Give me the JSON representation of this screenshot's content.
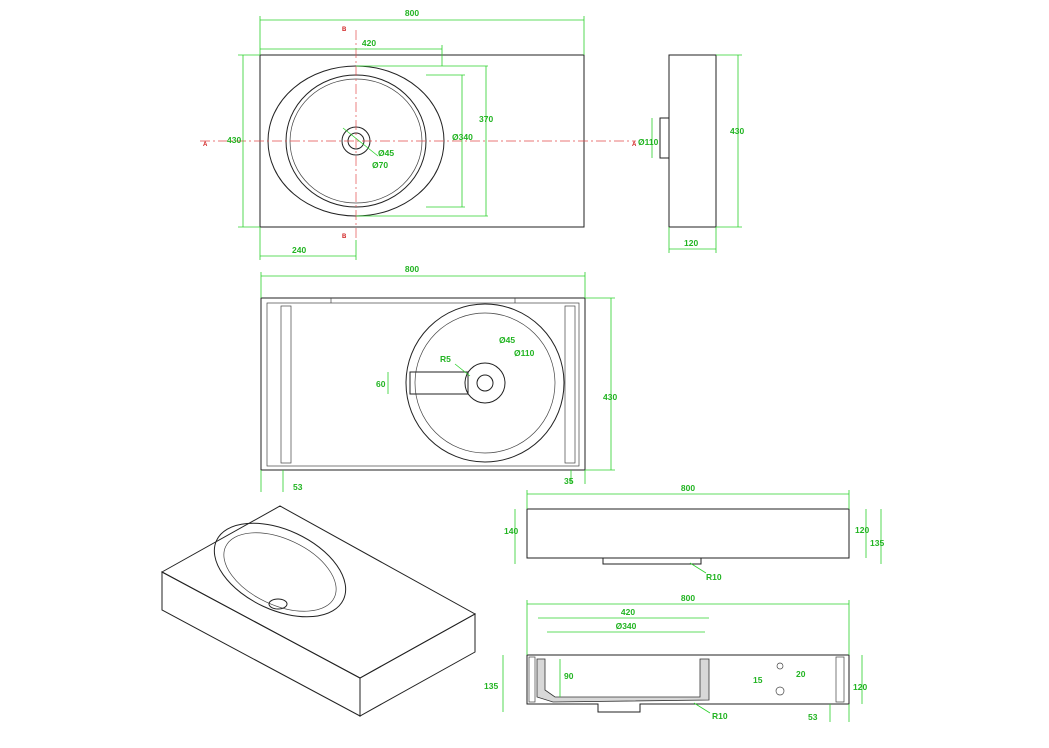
{
  "colors": {
    "outline": "#222222",
    "dimension": "#2bd12b",
    "dimension_text": "#22b422",
    "centerline": "#e34b4b",
    "section_mark": "#d02020"
  },
  "top_view": {
    "width": "800",
    "bowl_offset": "420",
    "height": "430",
    "bowl_height": "370",
    "bowl_diameter": "Ø340",
    "drain_inner": "Ø45",
    "drain_outer": "Ø70",
    "left_offset": "240",
    "section_letter": "A"
  },
  "side_view": {
    "drain_pipe": "Ø110",
    "height": "430",
    "depth": "120"
  },
  "plan_view": {
    "width": "800",
    "drain_inner": "Ø45",
    "drain_outer": "Ø110",
    "radius": "R5",
    "channel": "60",
    "height": "430",
    "left_margin": "53",
    "right_margin": "35"
  },
  "front_view": {
    "width": "800",
    "height": "140",
    "thickness": "120",
    "total": "135",
    "radius": "R10"
  },
  "section_view": {
    "width": "800",
    "bowl_span": "420",
    "bowl_diameter": "Ø340",
    "depth": "90",
    "total": "135",
    "thickness": "120",
    "radius": "R10",
    "hole_a": "15",
    "hole_b": "20",
    "margin": "53"
  }
}
